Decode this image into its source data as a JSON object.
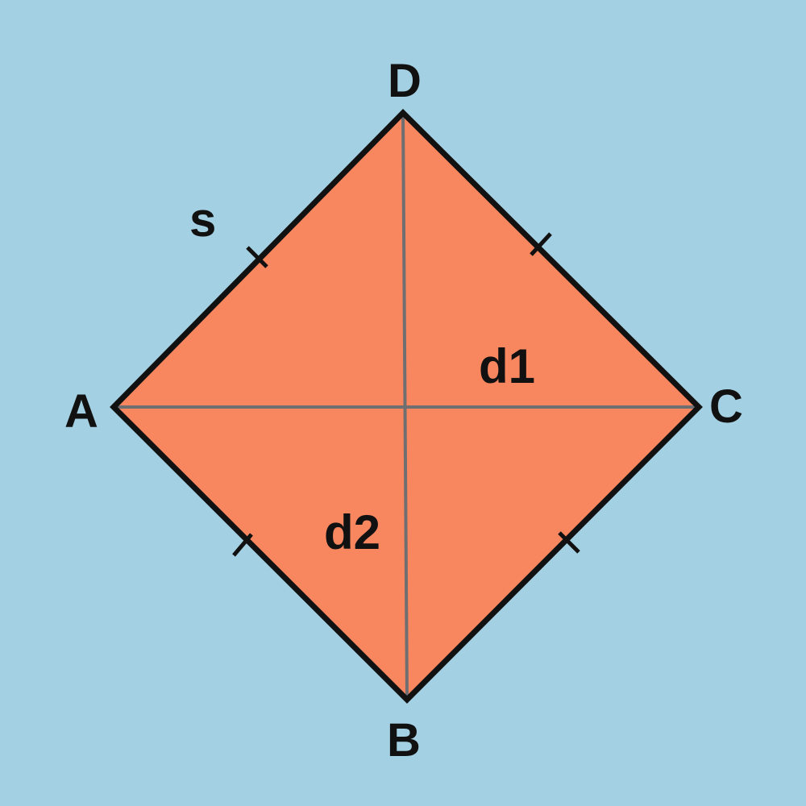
{
  "colors": {
    "background": "#a4d0e3",
    "fill": "#f8875f",
    "outline": "#111111",
    "diagonal": "#6f6f72"
  },
  "labels": {
    "vertex_a": "A",
    "vertex_b": "B",
    "vertex_c": "C",
    "vertex_d": "D",
    "side": "s",
    "diagonal_1": "d1",
    "diagonal_2": "d2"
  }
}
